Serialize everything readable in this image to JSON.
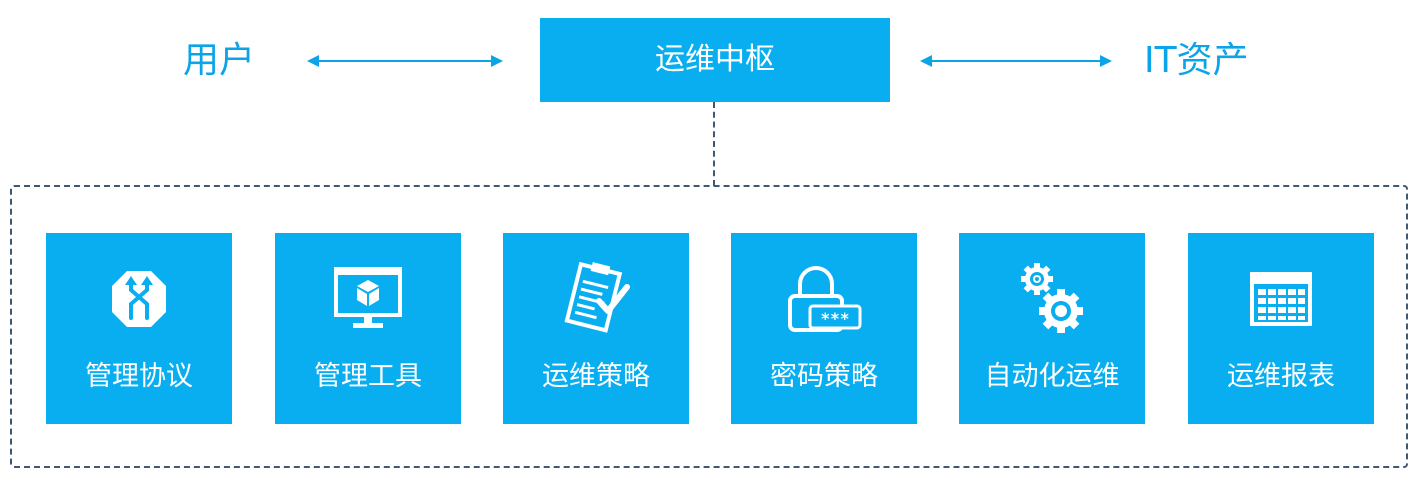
{
  "top": {
    "left_label": "用户",
    "hub_label": "运维中枢",
    "right_label": "IT资产"
  },
  "modules": [
    {
      "label": "管理协议",
      "icon": "protocol-sign-icon"
    },
    {
      "label": "管理工具",
      "icon": "monitor-cube-icon"
    },
    {
      "label": "运维策略",
      "icon": "clipboard-check-icon"
    },
    {
      "label": "密码策略",
      "icon": "lock-password-icon"
    },
    {
      "label": "自动化运维",
      "icon": "gears-icon"
    },
    {
      "label": "运维报表",
      "icon": "calendar-table-icon"
    }
  ],
  "colors": {
    "accent": "#08aef0",
    "side_text": "#0ca4e8",
    "dashed_border": "#3f5873"
  }
}
